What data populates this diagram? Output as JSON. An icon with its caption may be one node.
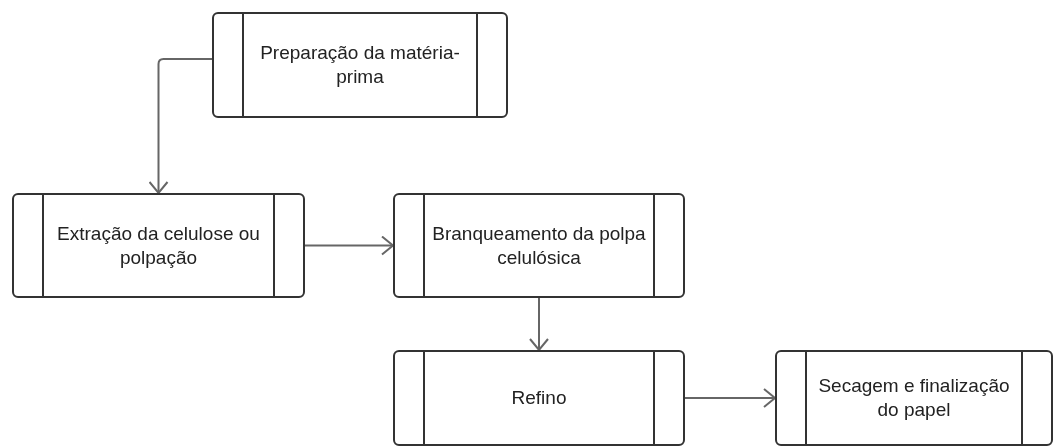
{
  "diagram": {
    "nodes": [
      {
        "text": [
          "Preparação da matéria-prima"
        ]
      },
      {
        "text": [
          "Extração da celulose ou polpação"
        ]
      },
      {
        "text": [
          "Branqueamento da polpa celulósica"
        ]
      },
      {
        "text": [
          "Refino"
        ]
      },
      {
        "text": [
          "Secagem e finalização do papel"
        ]
      }
    ],
    "edges": [
      {
        "from": 0,
        "to": 1,
        "arrow": "to"
      },
      {
        "from": 1,
        "to": 2,
        "arrow": "to"
      },
      {
        "from": 2,
        "to": 3,
        "arrow": "to"
      },
      {
        "from": 3,
        "to": 4,
        "arrow": "to"
      }
    ]
  }
}
